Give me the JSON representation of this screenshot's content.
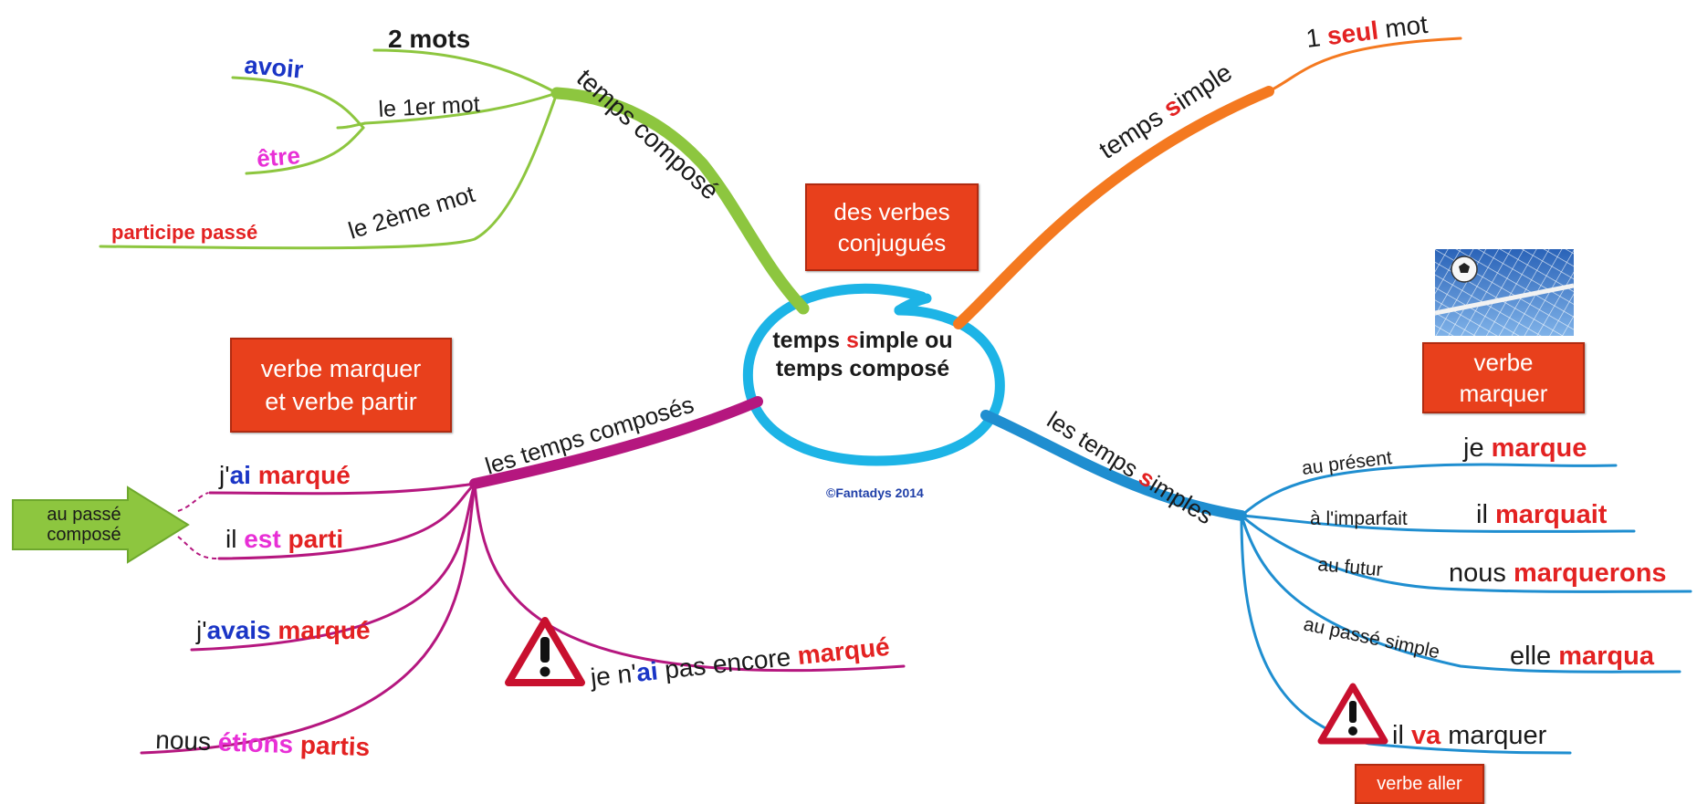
{
  "colors": {
    "green": "#8dc63f",
    "orange": "#f47920",
    "magenta": "#b5177f",
    "blue": "#1f8ed0",
    "ring": "#1db4e6",
    "red": "#e32222",
    "darkblue": "#1a35c6",
    "pink": "#e82fd6",
    "box": "#e8401c"
  },
  "center": {
    "line1_a": "temps ",
    "line1_s": "s",
    "line1_b": "imple ou",
    "line2": "temps composé"
  },
  "copyright": "©Fantadys 2014",
  "boxes": {
    "conjugues_1": "des verbes",
    "conjugues_2": "conjugués",
    "marquer_partir_1": "verbe marquer",
    "marquer_partir_2": "et verbe partir",
    "marquer_1": "verbe",
    "marquer_2": "marquer",
    "aller": "verbe aller"
  },
  "temps_compose": {
    "branch": "temps composé",
    "two_words": "2 mots",
    "first_word": "le 1er mot",
    "avoir": "avoir",
    "etre": "être",
    "second_word": "le 2ème mot",
    "participe": "participe passé"
  },
  "temps_simple": {
    "branch_a": "temps ",
    "branch_s": "s",
    "branch_b": "imple",
    "one_word_a": "1 ",
    "one_word_b": "seul",
    "one_word_c": " mot"
  },
  "les_temps_composes": {
    "branch": "les temps composés",
    "passe_compose_1": "au passé",
    "passe_compose_2": "composé",
    "ex1_a": "j'",
    "ex1_b": "ai",
    "ex1_c": " marqué",
    "ex2_a": "il ",
    "ex2_b": "est",
    "ex2_c": " parti",
    "ex3_a": "j'",
    "ex3_b": "avais",
    "ex3_c": " marqué",
    "ex4_a": "nous ",
    "ex4_b": "étions",
    "ex4_c": " partis",
    "warn_a": "je n'",
    "warn_b": "ai",
    "warn_c": " pas encore ",
    "warn_d": "marqué"
  },
  "les_temps_simples": {
    "branch_a": "les temps ",
    "branch_s": "s",
    "branch_b": "imples",
    "present": "au présent",
    "present_ex_a": "je ",
    "present_ex_b": "marque",
    "imparfait": "à l'imparfait",
    "imparfait_ex_a": "il ",
    "imparfait_ex_b": "marquait",
    "futur": "au futur",
    "futur_ex_a": "nous ",
    "futur_ex_b": "marquerons",
    "passe_simple": "au passé simple",
    "passe_simple_ex_a": "elle ",
    "passe_simple_ex_b": "marqua",
    "warn_a": "il ",
    "warn_b": "va",
    "warn_c": " marquer"
  }
}
